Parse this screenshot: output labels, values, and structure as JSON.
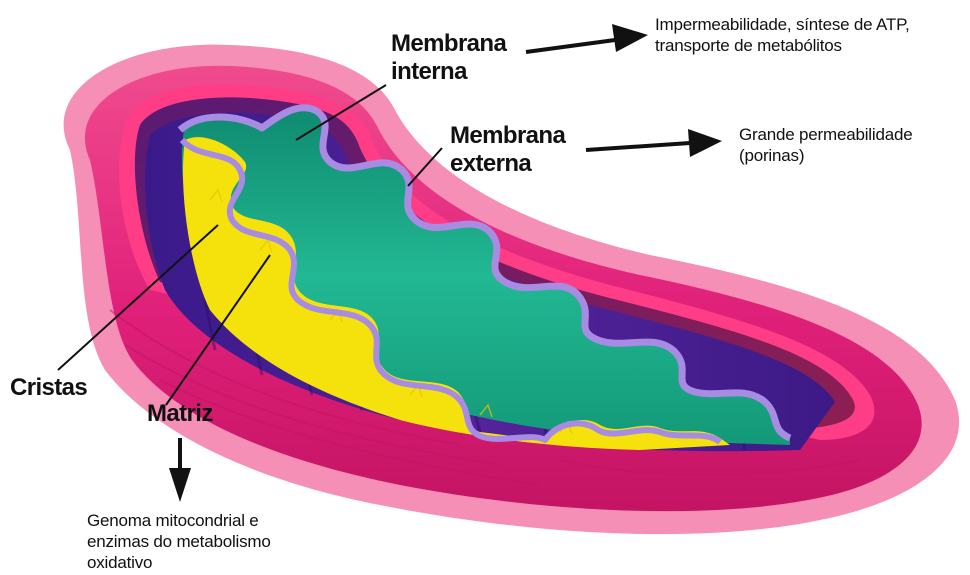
{
  "labels": {
    "membrana_interna": [
      "Membrana",
      "interna"
    ],
    "membrana_externa": [
      "Membrana",
      "externa"
    ],
    "cristas": "Cristas",
    "matriz": "Matriz"
  },
  "descriptions": {
    "interna": [
      "Impermeabilidade, síntese de ATP,",
      "transporte de metabólitos"
    ],
    "externa": [
      "Grande permeabilidade",
      "(porinas)"
    ],
    "matriz": [
      "Genoma mitocondrial e",
      "enzimas do metabolismo",
      "oxidativo"
    ]
  },
  "colors": {
    "outer_membrane": "#e8246e",
    "outer_glow": "#f583b0",
    "intermembrane": "#8b1e4f",
    "inner_wall": "#4a1a8c",
    "inner_edge": "#a78be0",
    "cristae": "#1aa889",
    "matrix": "#f7e60f"
  }
}
